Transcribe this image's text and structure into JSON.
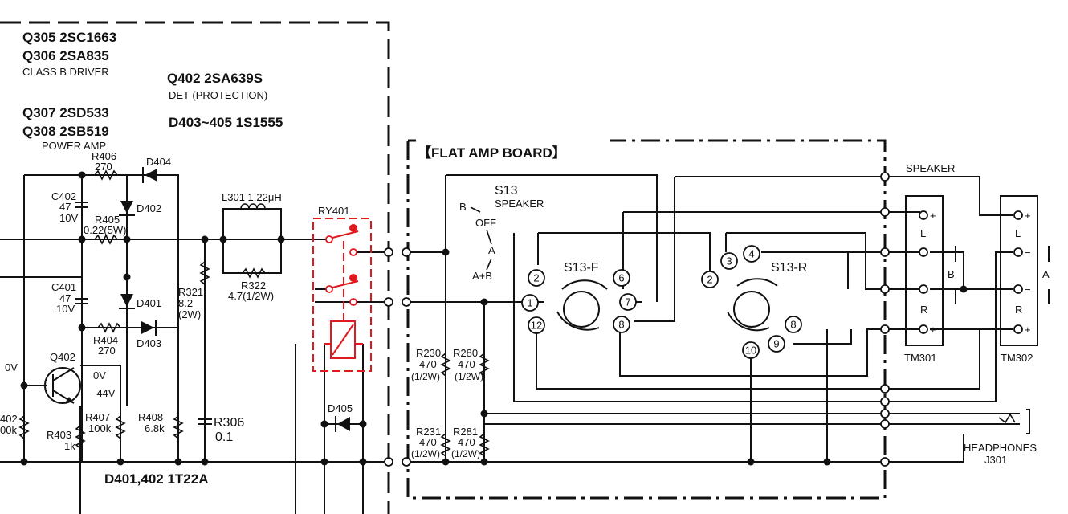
{
  "transistor_notes": {
    "q305": "Q305  2SC1663",
    "q306": "Q306  2SA835",
    "driver_class": "CLASS B DRIVER",
    "q307": "Q307  2SD533",
    "q308": "Q308  2SB519",
    "power_amp": "POWER AMP",
    "q402": "Q402  2SA639S",
    "det": "DET (PROTECTION)",
    "diodes": "D403~405  1S1555",
    "bottom_note": "D401,402  1T22A"
  },
  "left_components": {
    "r406": "R406",
    "r406_val": "270",
    "d404": "D404",
    "c402": "C402",
    "c402_v1": "47",
    "c402_v2": "10V",
    "r405": "R405",
    "r405_val": "0.22(5W)",
    "d402": "D402",
    "c401": "C401",
    "c401_v1": "47",
    "c401_v2": "10V",
    "d401": "D401",
    "r404": "R404",
    "r404_val": "270",
    "d403": "D403",
    "l301": "L301  1.22μH",
    "r321": "R321",
    "r321_v1": "8.2",
    "r321_v2": "(2W)",
    "r322": "R322",
    "r322_val": "4.7(1/2W)",
    "q402_lbl": "Q402",
    "v_zero_left": "0V",
    "v_zero_right": "0V",
    "v_neg": "-44V",
    "r402_a": "402",
    "r402_b": "00k",
    "r403": "R403",
    "r403_val": "1k",
    "r407": "R407",
    "r407_val": "100k",
    "r408": "R408",
    "r408_val": "6.8k",
    "r306": "R306",
    "r306_val": "0.1",
    "ry401": "RY401",
    "d405": "D405"
  },
  "flat_amp_board": {
    "title": "【FLAT AMP BOARD】",
    "s13": "S13",
    "s13_type": "SPEAKER",
    "pos_b": "B",
    "pos_off": "OFF",
    "pos_a": "A",
    "pos_ab": "A+B",
    "s13f": "S13-F",
    "s13r": "S13-R",
    "r230": "R230",
    "r230_val": "470",
    "r230_w": "(1/2W)",
    "r280": "R280",
    "r280_val": "470",
    "r280_w": "(1/2W)",
    "r231": "R231",
    "r231_val": "470",
    "r231_w": "(1/2W)",
    "r281": "R281",
    "r281_val": "470",
    "r281_w": "(1/2W)",
    "pins": [
      "1",
      "2",
      "6",
      "7",
      "8",
      "12",
      "2",
      "3",
      "4",
      "8",
      "9",
      "10"
    ]
  },
  "right_side": {
    "speaker": "SPEAKER",
    "l": "L",
    "r": "R",
    "b": "B",
    "a": "A",
    "plus": "+",
    "minus": "−",
    "tm301": "TM301",
    "tm302": "TM302",
    "headphones": "HEADPHONES",
    "j301": "J301"
  }
}
